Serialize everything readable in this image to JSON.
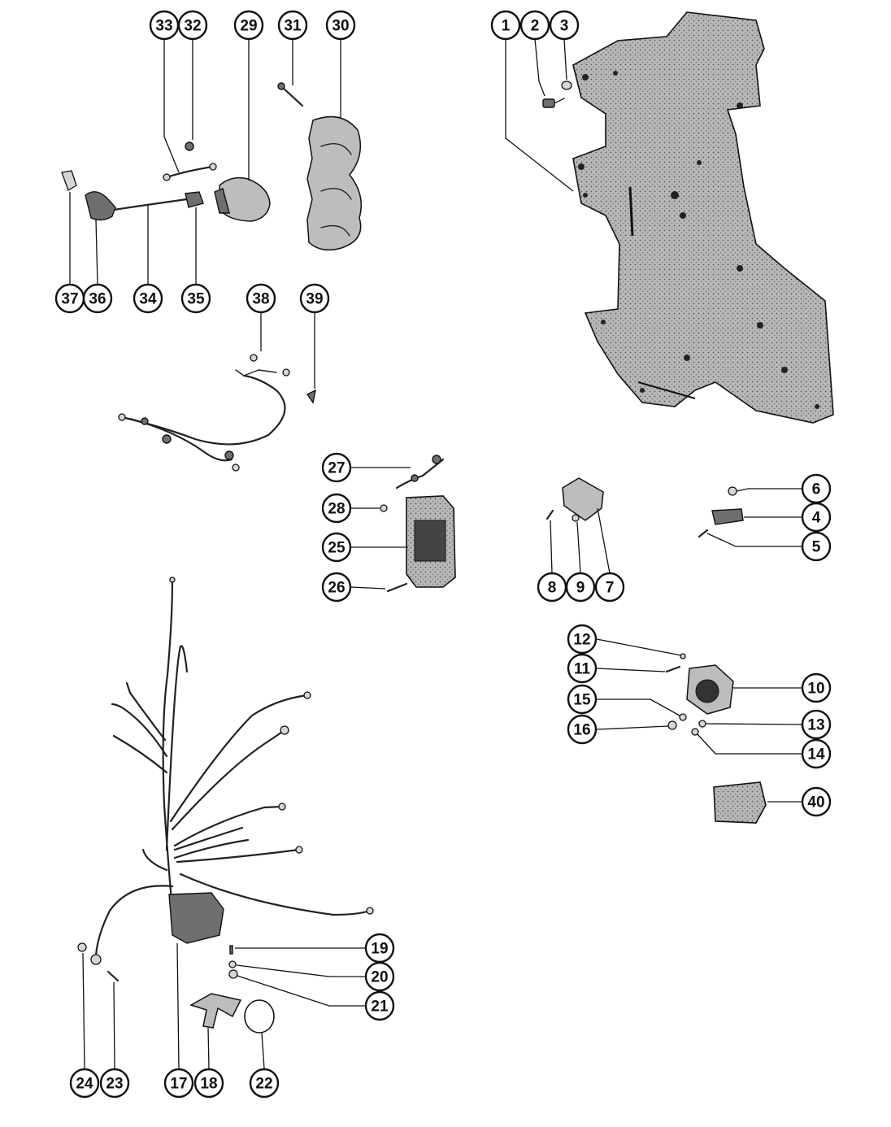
{
  "callouts": {
    "c1": "1",
    "c2": "2",
    "c3": "3",
    "c4": "4",
    "c5": "5",
    "c6": "6",
    "c7": "7",
    "c8": "8",
    "c9": "9",
    "c10": "10",
    "c11": "11",
    "c12": "12",
    "c13": "13",
    "c14": "14",
    "c15": "15",
    "c16": "16",
    "c17": "17",
    "c18": "18",
    "c19": "19",
    "c20": "20",
    "c21": "21",
    "c22": "22",
    "c23": "23",
    "c24": "24",
    "c25": "25",
    "c26": "26",
    "c27": "27",
    "c28": "28",
    "c29": "29",
    "c30": "30",
    "c31": "31",
    "c32": "32",
    "c33": "33",
    "c34": "34",
    "c35": "35",
    "c36": "36",
    "c37": "37",
    "c38": "38",
    "c39": "39",
    "c40": "40"
  },
  "colors": {
    "ink": "#111111",
    "shade": "#bdbdbd",
    "paper": "#ffffff"
  }
}
